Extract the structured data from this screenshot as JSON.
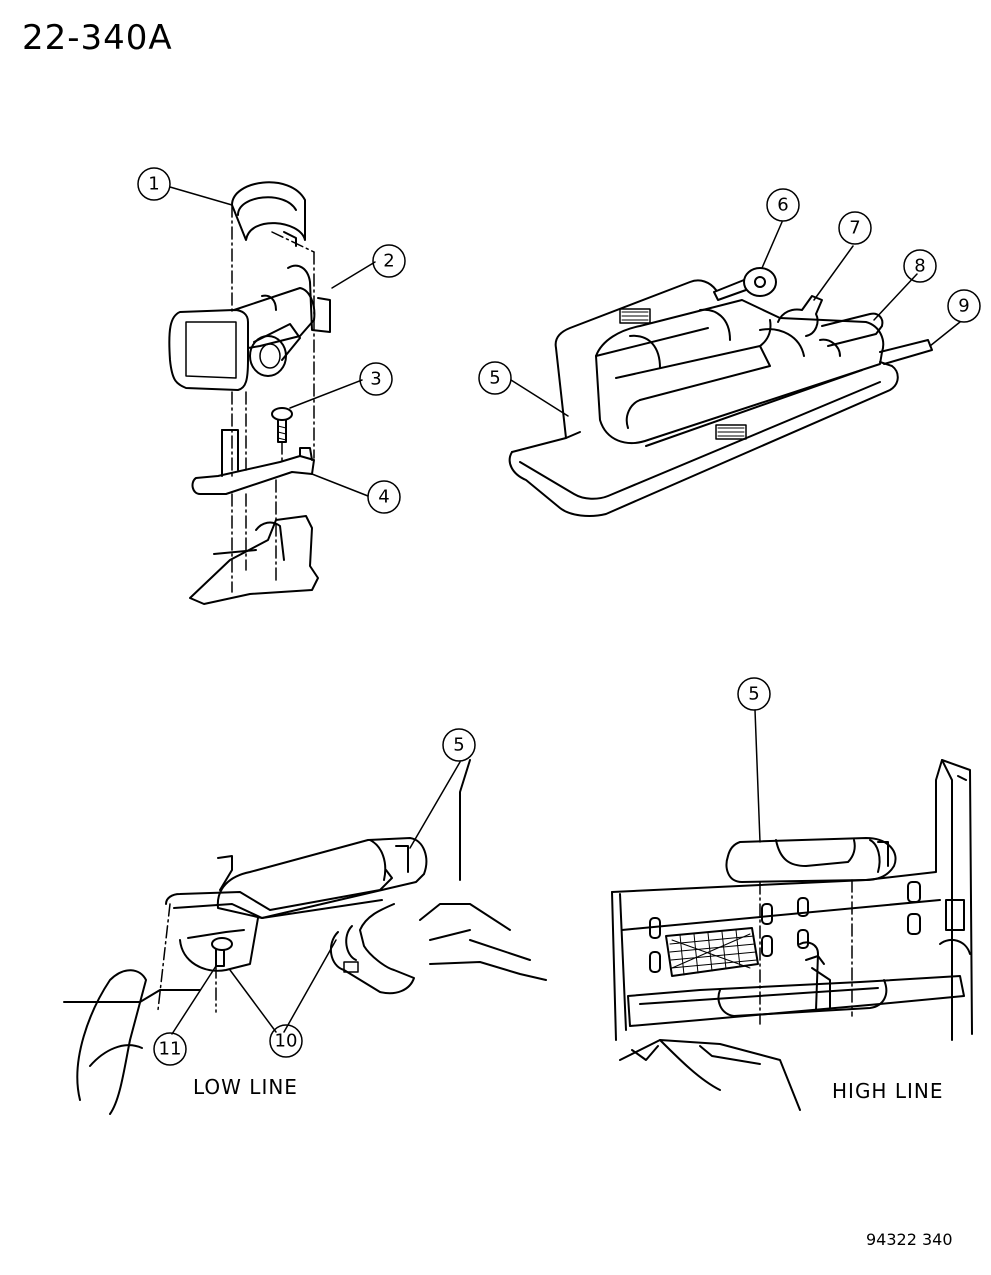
{
  "page_code": "22-340A",
  "footer_code": "94322 340",
  "captions": {
    "low_line": "LOW LINE",
    "high_line": "HIGH LINE"
  },
  "callouts": [
    "1",
    "2",
    "3",
    "4",
    "5",
    "6",
    "7",
    "8",
    "9",
    "5",
    "5",
    "10",
    "11"
  ]
}
